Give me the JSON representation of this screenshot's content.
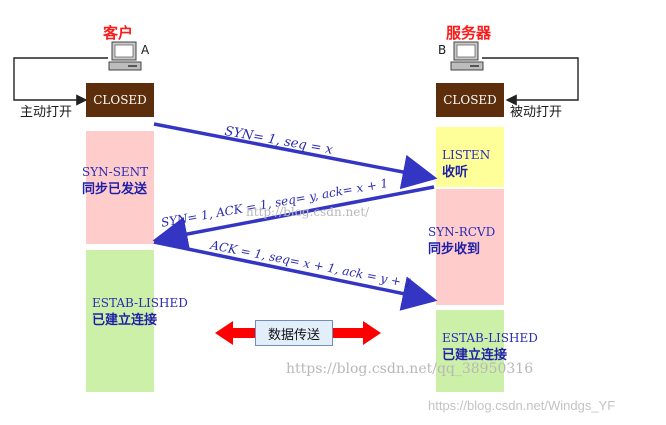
{
  "client": {
    "title": "客户",
    "label": "A",
    "initial_state": "CLOSED",
    "action": "主动打开"
  },
  "server": {
    "title": "服务器",
    "label": "B",
    "initial_state": "CLOSED",
    "action": "被动打开"
  },
  "client_states": [
    {
      "en": "SYN-SENT",
      "cn": "同步已发送",
      "color": "#ffcccc"
    },
    {
      "en": "ESTAB-LISHED",
      "cn": "已建立连接",
      "color": "#cdf0a8"
    }
  ],
  "server_states": [
    {
      "en": "LISTEN",
      "cn": "收听",
      "color": "#ffff99"
    },
    {
      "en": "SYN-RCVD",
      "cn": "同步收到",
      "color": "#ffcccc"
    },
    {
      "en": "ESTAB-LISHED",
      "cn": "已建立连接",
      "color": "#cdf0a8"
    }
  ],
  "messages": [
    {
      "label": "SYN= 1, seq = x"
    },
    {
      "label": "SYN= 1, ACK = 1, seq= y, ack= x + 1"
    },
    {
      "label": "ACK = 1, seq= x + 1, ack = y + 1"
    }
  ],
  "data_transfer": {
    "label": "数据传送",
    "arrow_color": "#ff0000"
  },
  "colors": {
    "closed_bg": "#5c2e0b",
    "arrow": "#3535c4",
    "text_blue": "#2b2bb3"
  },
  "watermarks": {
    "mid": "http://blog.csdn.net/",
    "bottom": "https://blog.csdn.net/qq_38950316",
    "corner": "https://blog.csdn.net/Windgs_YF"
  }
}
